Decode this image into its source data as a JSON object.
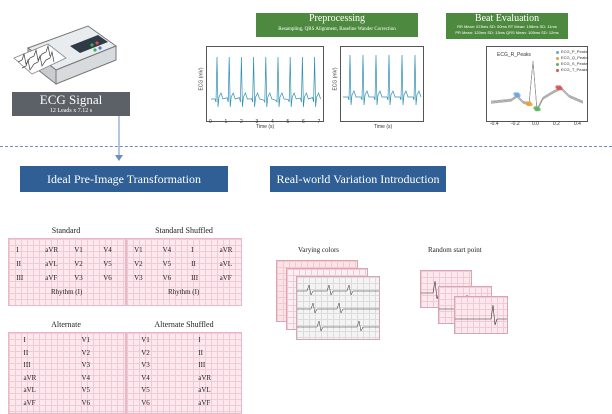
{
  "ecg_signal": {
    "title": "ECG Signal",
    "subtitle": "12 Leads x 7.12 s"
  },
  "preprocessing": {
    "title": "Preprocessing",
    "subtitle": "Resampling, QRS Alignment, Baseline Wander Correction",
    "plot1": {
      "ylabel": "ECG (mV)",
      "xlabel": "Time (s)",
      "xticks": [
        "0",
        "1",
        "2",
        "3",
        "4",
        "5",
        "6",
        "7"
      ]
    },
    "plot2": {
      "ylabel": "ECG (mV)",
      "xlabel": "Time (s)"
    }
  },
  "beat_eval": {
    "title": "Beat Evaluation",
    "stats_line1": "RR Mean: 678ms   SD: 50ms      RT Mean: 198ms   SD: 11ms",
    "stats_line2": "PR Mean: 120ms   SD: 13ms      QRS Mean: 105ms  SD: 12ms",
    "plot_title": "ECG_R_Peaks",
    "legend": [
      "ECG_P_Peaks",
      "ECG_Q_Peaks",
      "ECG_S_Peaks",
      "ECG_T_Peaks"
    ],
    "legend_colors": [
      "#6aa6e0",
      "#e8a23a",
      "#5ab35a",
      "#d9534f"
    ],
    "xticks": [
      "-0.4",
      "-0.2",
      "0.0",
      "0.2",
      "0.4"
    ]
  },
  "ideal": {
    "title": "Ideal Pre-Image Transformation"
  },
  "realworld": {
    "title": "Real-world Variation Introduction",
    "varying_colors": "Varying colors",
    "random_start": "Random start point"
  },
  "layouts": {
    "standard": {
      "title": "Standard",
      "rows": [
        [
          "I",
          "aVR",
          "V1",
          "V4"
        ],
        [
          "II",
          "aVL",
          "V2",
          "V5"
        ],
        [
          "III",
          "aVF",
          "V3",
          "V6"
        ]
      ],
      "rhythm": "Rhythm (I)"
    },
    "standard_shuffled": {
      "title": "Standard Shuffled",
      "rows": [
        [
          "V1",
          "V4",
          "I",
          "aVR"
        ],
        [
          "V2",
          "V5",
          "II",
          "aVL"
        ],
        [
          "V3",
          "V6",
          "III",
          "aVF"
        ]
      ],
      "rhythm": "Rhythm (I)"
    },
    "alternate": {
      "title": "Alternate",
      "rows": [
        [
          "I",
          "V1"
        ],
        [
          "II",
          "V2"
        ],
        [
          "III",
          "V3"
        ],
        [
          "aVR",
          "V4"
        ],
        [
          "aVL",
          "V5"
        ],
        [
          "aVF",
          "V6"
        ]
      ]
    },
    "alternate_shuffled": {
      "title": "Alternate Shuffled",
      "rows": [
        [
          "V1",
          "I"
        ],
        [
          "V2",
          "II"
        ],
        [
          "V3",
          "III"
        ],
        [
          "V4",
          "aVR"
        ],
        [
          "V5",
          "aVL"
        ],
        [
          "V6",
          "aVF"
        ]
      ]
    }
  }
}
